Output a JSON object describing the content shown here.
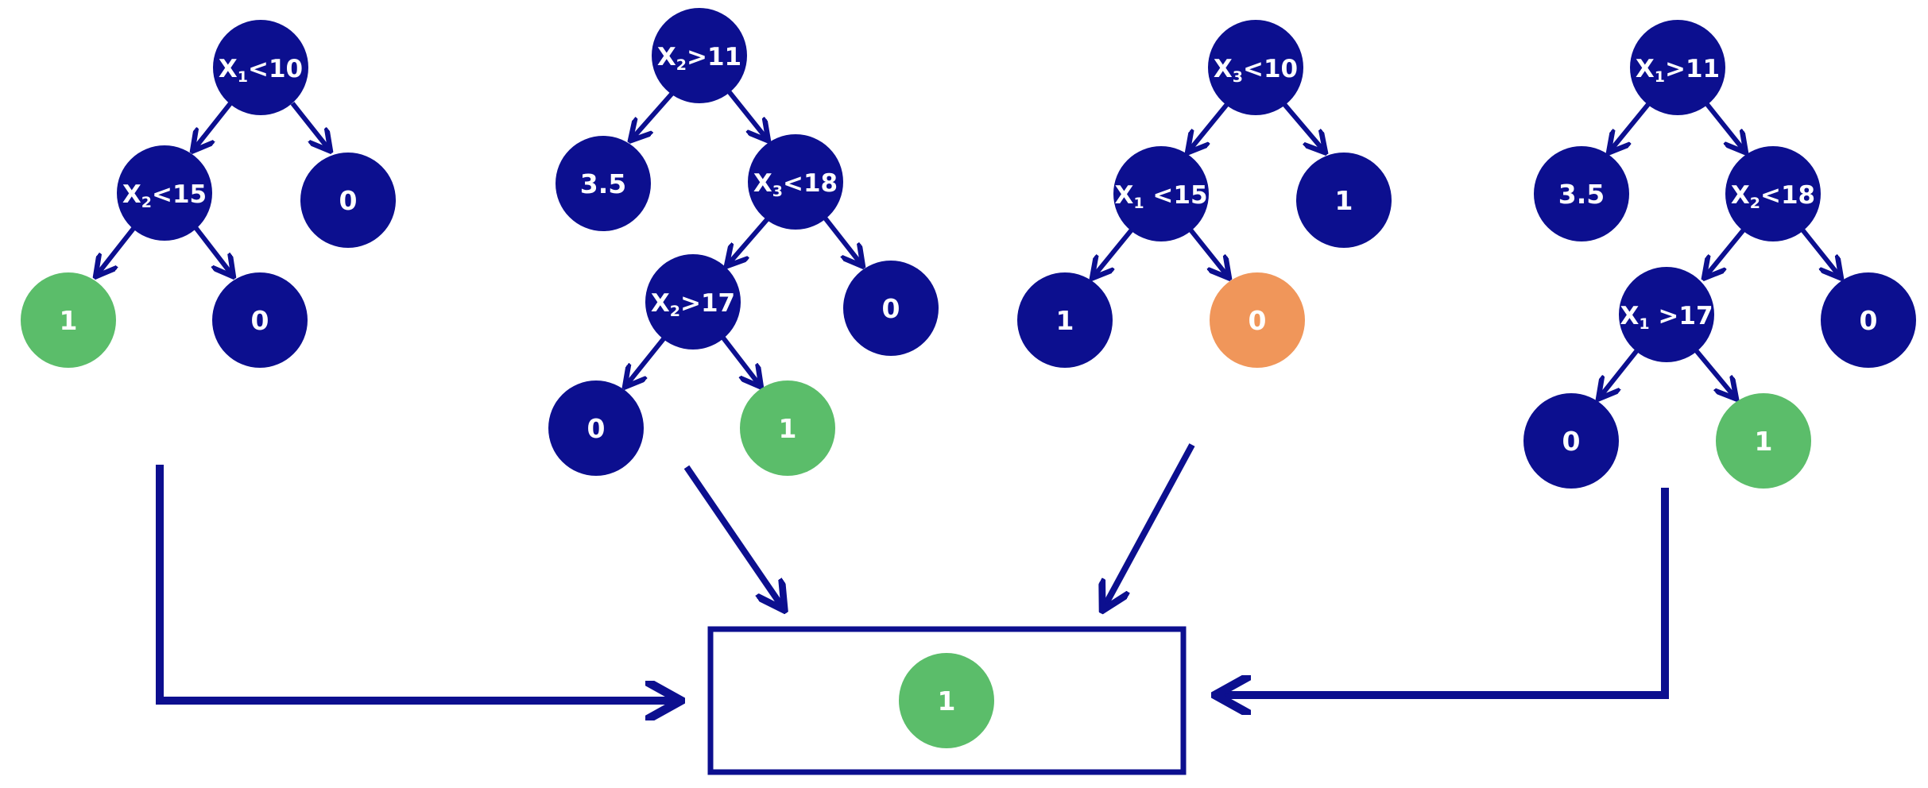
{
  "colors": {
    "internal_node": "#0c0f8f",
    "leaf_node": "#0c0f8f",
    "highlight_green": "#5bbd6a",
    "highlight_orange": "#f0965a",
    "arrow": "#0c0f8f",
    "text": "#ffffff",
    "background": "#ffffff"
  },
  "trees": [
    {
      "name": "tree-1",
      "nodes": {
        "root": {
          "label": "X",
          "sub": "1",
          "rest": "<10"
        },
        "n2": {
          "label": "X",
          "sub": "2",
          "rest": "<15"
        },
        "l1": {
          "label": "0",
          "highlight": "none"
        },
        "l2": {
          "label": "1",
          "highlight": "green"
        },
        "l3": {
          "label": "0",
          "highlight": "none"
        }
      }
    },
    {
      "name": "tree-2",
      "nodes": {
        "root": {
          "label": "X",
          "sub": "2",
          "rest": ">11"
        },
        "l1": {
          "label": "3.5",
          "highlight": "none"
        },
        "n2": {
          "label": "X",
          "sub": "3",
          "rest": "<18"
        },
        "n3": {
          "label": "X",
          "sub": "2",
          "rest": ">17"
        },
        "l2": {
          "label": "0",
          "highlight": "none"
        },
        "l3": {
          "label": "0",
          "highlight": "none"
        },
        "l4": {
          "label": "1",
          "highlight": "green"
        }
      }
    },
    {
      "name": "tree-3",
      "nodes": {
        "root": {
          "label": "X",
          "sub": "3",
          "rest": "<10"
        },
        "n2": {
          "label": "X",
          "sub": "1",
          "rest": " <15"
        },
        "l1": {
          "label": "1",
          "highlight": "none"
        },
        "l2": {
          "label": "1",
          "highlight": "none"
        },
        "l3": {
          "label": "0",
          "highlight": "orange"
        }
      }
    },
    {
      "name": "tree-4",
      "nodes": {
        "root": {
          "label": "X",
          "sub": "1",
          "rest": ">11"
        },
        "l1": {
          "label": "3.5",
          "highlight": "none"
        },
        "n2": {
          "label": "X",
          "sub": "2",
          "rest": "<18"
        },
        "n3": {
          "label": "X",
          "sub": "1",
          "rest": " >17"
        },
        "l2": {
          "label": "0",
          "highlight": "none"
        },
        "l3": {
          "label": "0",
          "highlight": "none"
        },
        "l4": {
          "label": "1",
          "highlight": "green"
        }
      }
    }
  ],
  "result": {
    "label": "1",
    "highlight": "green"
  }
}
